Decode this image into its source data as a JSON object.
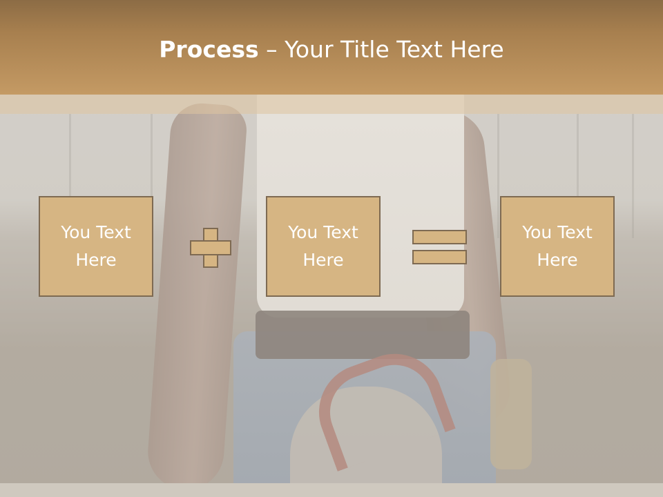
{
  "slide": {
    "title_bold": "Process",
    "title_rest": " – Your Title Text Here",
    "boxes": [
      {
        "line1": "You Text",
        "line2": "Here"
      },
      {
        "line1": "You Text",
        "line2": "Here"
      },
      {
        "line1": "You Text",
        "line2": "Here"
      }
    ],
    "operators": [
      "plus-icon",
      "equals-icon"
    ]
  },
  "colors": {
    "header": "#c49a64",
    "box_fill": "#d6b583",
    "box_border": "#7e6a52",
    "text": "#ffffff"
  }
}
